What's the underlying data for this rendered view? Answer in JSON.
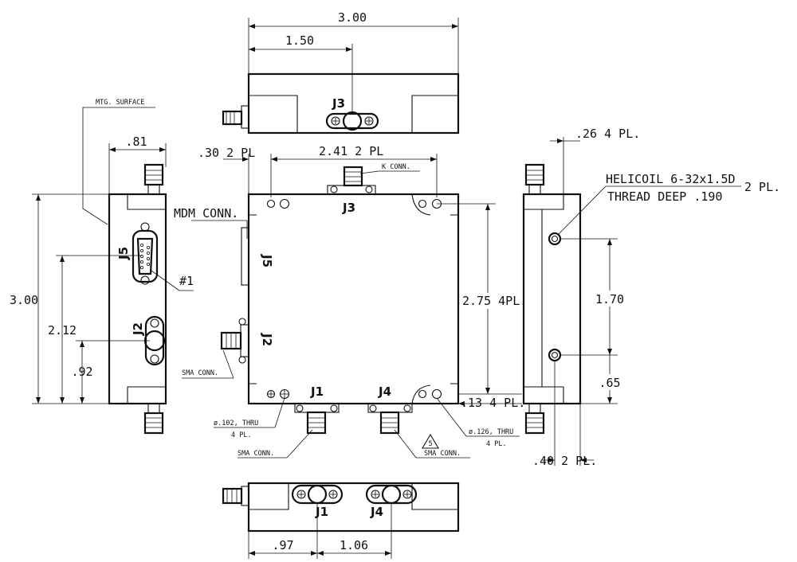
{
  "labels": {
    "top_view": {
      "overall_width": "3.00",
      "connector_offset": "1.50",
      "connector": "J3"
    },
    "left_view": {
      "mount_surface": "MTG. SURFACE",
      "depth": ".81",
      "overall_height": "3.00",
      "j5_height": "2.12",
      "j2_height": ".92",
      "j5": "J5",
      "j2": "J2",
      "pin_one": "#1"
    },
    "front_view": {
      "hole_offset": ".30  2  PL",
      "hole_spacing": "2.41  2  PL",
      "k_conn": "K  CONN.",
      "j3": "J3",
      "mdm_conn": "MDM  CONN.",
      "j5": "J5",
      "j2": "J2",
      "sma_conn_left": "SMA  CONN.",
      "j1": "J1",
      "j4": "J4",
      "hole_vertical": "2.75  4PL.",
      "hole_bottom": ".13  4  PL.",
      "thru_hole_small": "ø.102,  THRU",
      "thru_hole_small_qty": "4  PL.",
      "sma_conn_bottom_left": "SMA  CONN.",
      "note_number": "5",
      "sma_conn_bottom_right": "SMA  CONN.",
      "thru_hole_large": "ø.126,  THRU",
      "thru_hole_large_qty": "4  PL."
    },
    "right_view": {
      "edge_offset": ".26  4  PL.",
      "helicoil": "HELICOIL  6-32x1.5D",
      "helicoil_qty": "2  PL.",
      "thread_deep": "THREAD  DEEP  .190",
      "helicoil_spacing": "1.70",
      "helicoil_bottom": ".65",
      "base_offset": ".40  2  PL."
    },
    "bottom_view": {
      "j1": "J1",
      "j4": "J4",
      "j1_offset": ".97",
      "j4_spacing": "1.06"
    }
  }
}
